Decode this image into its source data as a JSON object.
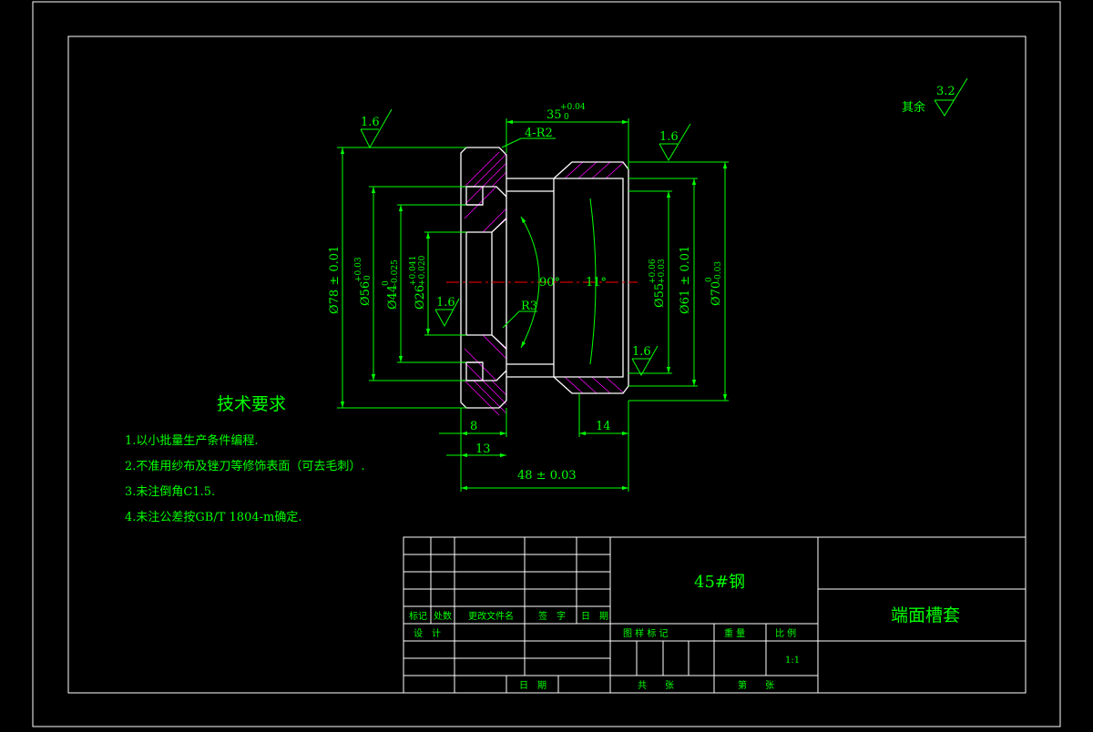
{
  "colors": {
    "background": "#000000",
    "frame": "#ffffff",
    "outline": "#ffffff",
    "dimension": "#00ff00",
    "hatch": "#ff00ff",
    "centerline": "#ff0000",
    "text": "#00ff00"
  },
  "roughness": {
    "other_label": "其余",
    "other_value": "3.2",
    "top_left": "1.6",
    "top_right": "1.6",
    "bore_left": "1.6",
    "bore_right": "1.6"
  },
  "dimensions": {
    "top_width": "35",
    "top_width_tol_upper": "+0.04",
    "top_width_tol_lower": "0",
    "corner_radius": "4-R2",
    "inner_radius": "R3",
    "angle_90": "90°",
    "angle_11": "11°",
    "d78": "Ø78 ± 0.01",
    "d56": "Ø56",
    "d56_tol_upper": "+0.03",
    "d56_tol_lower": "0",
    "d44": "Ø44",
    "d44_tol_upper": "0",
    "d44_tol_lower": "-0.025",
    "d26": "Ø26",
    "d26_tol_upper": "+0.041",
    "d26_tol_lower": "+0.020",
    "d55": "Ø55",
    "d55_tol_upper": "+0.06",
    "d55_tol_lower": "+0.03",
    "d61": "Ø61 ± 0.01",
    "d70": "Ø70",
    "d70_tol_upper": "0",
    "d70_tol_lower": "-0.03",
    "len_8": "8",
    "len_13": "13",
    "len_14": "14",
    "len_48": "48 ± 0.03"
  },
  "tech_requirements": {
    "title": "技术要求",
    "items": [
      "1.以小批量生产条件编程.",
      "2.不准用纱布及锉刀等修饰表面（可去毛刺）.",
      "3.未注倒角C1.5.",
      "4.未注公差按GB/T 1804-m确定."
    ]
  },
  "title_block": {
    "material": "45#钢",
    "part_name": "端面槽套",
    "rev_headers": [
      "标记",
      "处数",
      "更改文件名",
      "签　字",
      "日　期"
    ],
    "design_label": "设　计",
    "date_label": "日　期",
    "stage_label": "图 样 标 记",
    "weight_label": "重 量",
    "scale_label": "比 例",
    "scale_value": "1:1",
    "sheet_total_label": "共　　张",
    "sheet_label": "第　　张"
  }
}
